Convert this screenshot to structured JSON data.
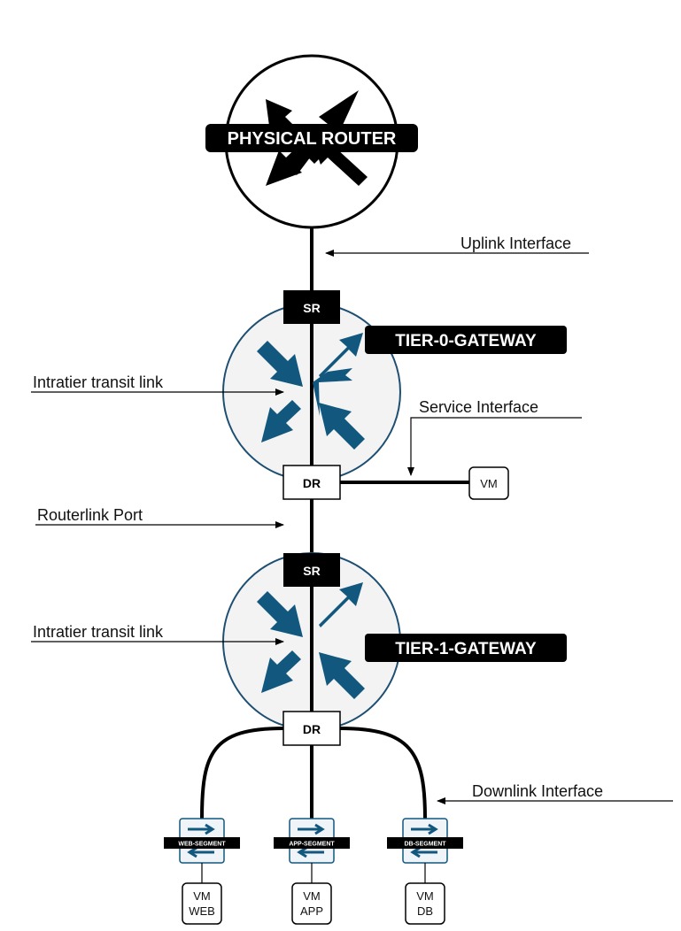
{
  "physical_router": {
    "label": "PHYSICAL ROUTER"
  },
  "tier0": {
    "label": "TIER-0-GATEWAY",
    "sr": "SR",
    "dr": "DR"
  },
  "tier1": {
    "label": "TIER-1-GATEWAY",
    "sr": "SR",
    "dr": "DR"
  },
  "annotations": {
    "uplink": "Uplink Interface",
    "intratier_t0": "Intratier transit link",
    "service": "Service Interface",
    "routerlink": "Routerlink Port",
    "intratier_t1": "Intratier transit link",
    "downlink": "Downlink Interface"
  },
  "service_vm": "VM",
  "segments": [
    {
      "label": "WEB-SEGMENT",
      "vm_line1": "VM",
      "vm_line2": "WEB"
    },
    {
      "label": "APP-SEGMENT",
      "vm_line1": "VM",
      "vm_line2": "APP"
    },
    {
      "label": "DB-SEGMENT",
      "vm_line1": "VM",
      "vm_line2": "DB"
    }
  ],
  "colors": {
    "arrow": "#12577e",
    "circle_stroke": "#1d4f72",
    "circle_fill": "#f3f3f3",
    "label_bg": "#000000"
  }
}
